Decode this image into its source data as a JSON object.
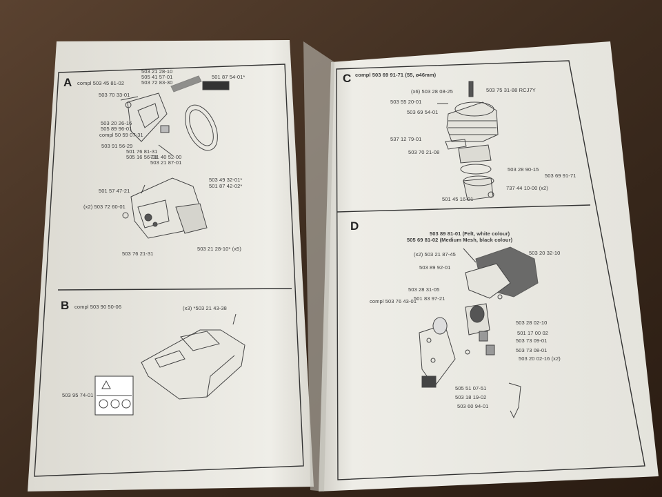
{
  "background": {
    "surface_color": "#4a3526",
    "paper_color": "#f1f0ea",
    "ink_color": "#3a3a3a"
  },
  "panels": {
    "A": {
      "letter": "A",
      "header": "compl 503 45 81-02",
      "labels": [
        "503 21 28-10",
        "505 41 57-01",
        "503 72 83-30",
        "501 87 54-01*",
        "503 70 33-01",
        "503 20 26-16",
        "505 89 96-01",
        "compl 50 59 07-31",
        "503 91 56-29",
        "501 76 81-31",
        "505 16 56-01",
        "731 40 52-00",
        "503 21 87-01",
        "501 57 47-21",
        "503 49 32-01*",
        "501 87 42-02*",
        "(x2) 503 72 60-01",
        "503 21 28-10* (x5)",
        "503 76 21-31"
      ]
    },
    "B": {
      "letter": "B",
      "header": "compl 503 90 50-06",
      "labels": [
        "(x3) *503 21 43-38",
        "503 95 74-01"
      ]
    },
    "C": {
      "letter": "C",
      "header": "compl 503 69 91-71 (55, ø46mm)",
      "labels": [
        "(x6) 503 28 08-25",
        "503 75 31-88 RCJ7Y",
        "503 55 20-01",
        "503 69 54-01",
        "537 12 79-01",
        "503 70 21-08",
        "503 28 90-15",
        "503 69 91-71",
        "737 44 10-00 (x2)",
        "501 45 16-01"
      ]
    },
    "D": {
      "letter": "D",
      "labels": [
        "503 89 81-01 (Felt, white colour)",
        "505 69 81-02 (Medium Mesh, black colour)",
        "(x2) 503 21 87-45",
        "503 20 32-10",
        "503 89 92-01",
        "503 28 31-05",
        "compl 503 76 43-01",
        "501 83 97-21",
        "503 28 02-10",
        "501 17 00 02",
        "503 73 09-01",
        "503 73 08-01",
        "503 20 02-16 (x2)",
        "505 51 07-51",
        "503 18 19-02",
        "503 60 94-01"
      ]
    }
  }
}
